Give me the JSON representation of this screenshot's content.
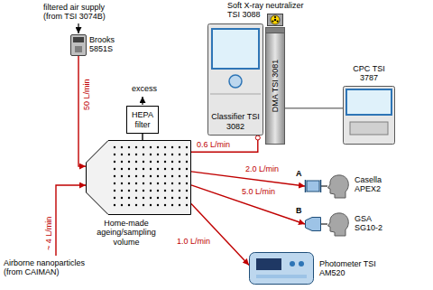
{
  "diagram": {
    "nodes": [
      {
        "text": [
          "Brooks 5851S"
        ]
      },
      {
        "text": [
          "HEPA filter"
        ]
      },
      {
        "text": [
          "Soft X-ray neutralizer TSI 3088"
        ]
      },
      {
        "text": [
          "DMA TSI 3081"
        ]
      },
      {
        "text": [
          "Classifier TSI 3082"
        ]
      },
      {
        "text": [
          "CPC TSI 3787"
        ]
      },
      {
        "text": [
          "Home-made ageing/sampling volume"
        ]
      },
      {
        "text": [
          "A"
        ]
      },
      {
        "text": [
          "Casella APEX2"
        ]
      },
      {
        "text": [
          "B"
        ]
      },
      {
        "text": [
          "GSA SG10-2"
        ]
      },
      {
        "text": [
          "Photometer TSI AM520"
        ]
      }
    ],
    "edges": [
      {
        "from": 0,
        "to": 6,
        "label": "50 L/min",
        "arrow": "to"
      },
      {
        "from": 6,
        "to": 1,
        "arrow": "none"
      },
      {
        "from": 6,
        "to": 4,
        "label": "0.6 L/min",
        "arrow": "none"
      },
      {
        "from": 6,
        "to": 7,
        "label": "2.0 L/min",
        "arrow": "to"
      },
      {
        "from": 7,
        "to": 8,
        "arrow": "none"
      },
      {
        "from": 6,
        "to": 9,
        "label": "5.0 L/min",
        "arrow": "to"
      },
      {
        "from": 9,
        "to": 10,
        "arrow": "none"
      },
      {
        "from": 6,
        "to": 11,
        "label": "1.0 L/min",
        "arrow": "to"
      },
      {
        "from": 3,
        "to": 5,
        "arrow": "none"
      }
    ],
    "labels": [
      "filtered air supply (from TSI 3074B)",
      "excess",
      "~ 4 L/min",
      "Airborne nanoparticles (from CAIMAN)"
    ]
  }
}
